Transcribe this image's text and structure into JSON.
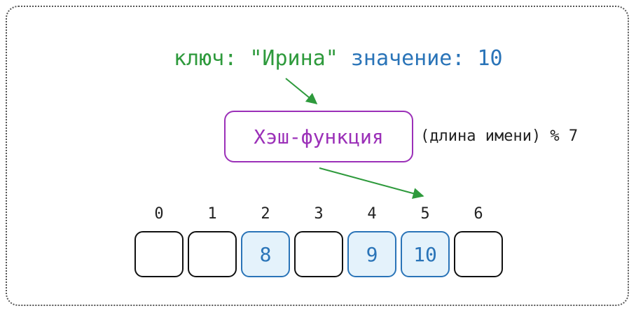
{
  "key_line": {
    "key_label": "ключ: ",
    "key_value": "\"Ирина\"",
    "value_label": " значение: ",
    "value_number": "10"
  },
  "hash": {
    "label": "Хэш-функция",
    "formula": "(длина имени) % 7"
  },
  "colors": {
    "key": "#2e9a3c",
    "value": "#2a74b8",
    "hash": "#9b30b8",
    "arrow": "#2e9a3c",
    "filled_cell_bg": "#e4f2fb"
  },
  "table": {
    "indices": [
      "0",
      "1",
      "2",
      "3",
      "4",
      "5",
      "6"
    ],
    "cells": [
      "",
      "",
      "8",
      "",
      "9",
      "10",
      ""
    ]
  }
}
